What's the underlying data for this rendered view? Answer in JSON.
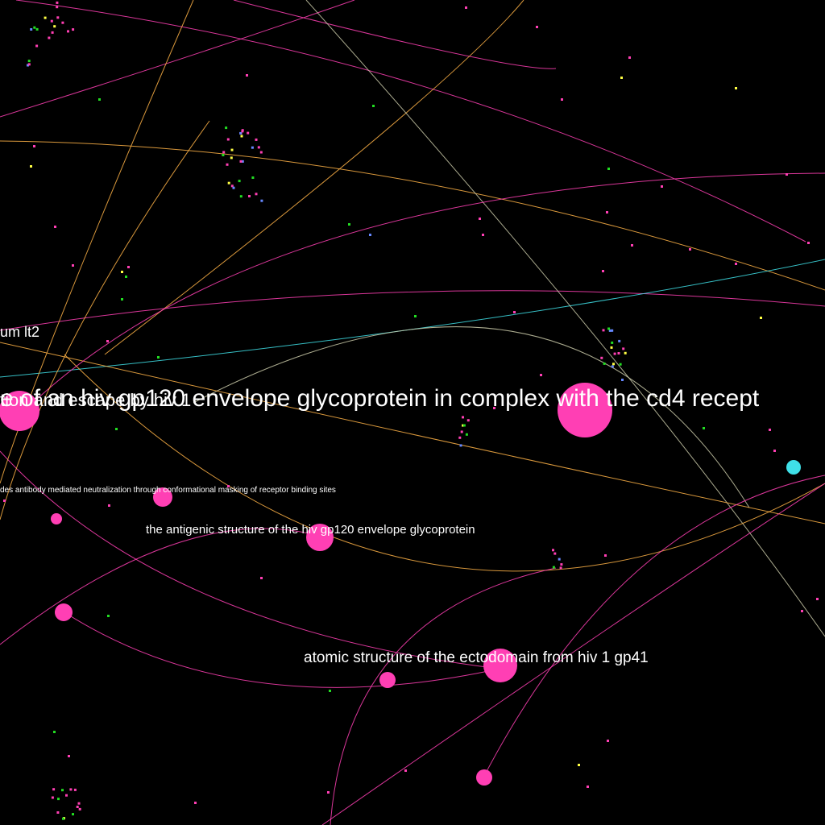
{
  "colors": {
    "background": "#000000",
    "magenta": "#ff3fb4",
    "orange": "#ffb347",
    "cyan": "#3fe0e8",
    "gray": "#c9c9a8",
    "green": "#22dd22",
    "yellow": "#ffff44",
    "blue": "#6688ff",
    "label": "#ffffff"
  },
  "labels": {
    "main": "e of an hiv gp120 envelope glycoprotein in complex with the cd4 recept",
    "overlap": "tion and escape by hiv 1",
    "partial_left": "um lt2",
    "small": "des antibody mediated neutralization through conformational masking of receptor binding sites",
    "antigenic": "the antigenic structure of the hiv gp120 envelope glycoprotein",
    "ectodomain": "atomic structure of the ectodomain from hiv 1 gp41"
  },
  "nodes": [
    {
      "name": "gp120-cd4-complex",
      "color": "magenta",
      "size": "xl"
    },
    {
      "name": "escape-hiv1",
      "color": "magenta",
      "size": "l"
    },
    {
      "name": "gp41-ectodomain",
      "color": "magenta",
      "size": "l"
    },
    {
      "name": "antigenic-structure",
      "color": "magenta",
      "size": "m"
    },
    {
      "name": "masking",
      "color": "magenta",
      "size": "s"
    },
    {
      "name": "paper-a",
      "color": "magenta",
      "size": "s"
    },
    {
      "name": "paper-b",
      "color": "magenta",
      "size": "s"
    },
    {
      "name": "paper-c",
      "color": "magenta",
      "size": "s"
    },
    {
      "name": "paper-d",
      "color": "magenta",
      "size": "xs"
    },
    {
      "name": "paper-e",
      "color": "cyan",
      "size": "s"
    }
  ]
}
